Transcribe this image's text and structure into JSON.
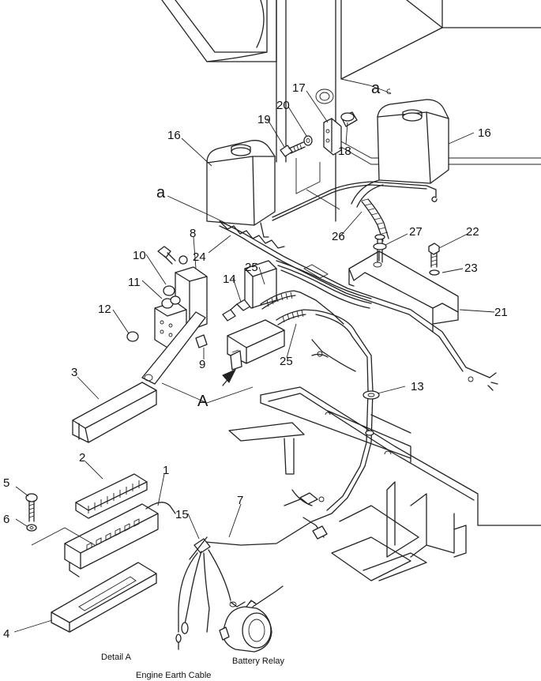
{
  "part_numbers": [
    "1",
    "2",
    "3",
    "4",
    "5",
    "6",
    "7",
    "8",
    "9",
    "10",
    "11",
    "12",
    "13",
    "14",
    "15",
    "16",
    "16",
    "17",
    "18",
    "19",
    "20",
    "21",
    "22",
    "23",
    "24",
    "25",
    "25",
    "26",
    "27"
  ],
  "reference_labels": {
    "letter_a_top": "a",
    "letter_a_left": "a",
    "detail_A_arrow": "A"
  },
  "captions": {
    "detail": "Detail A",
    "battery_relay": "Battery Relay",
    "engine_earth": "Engine Earth Cable"
  }
}
